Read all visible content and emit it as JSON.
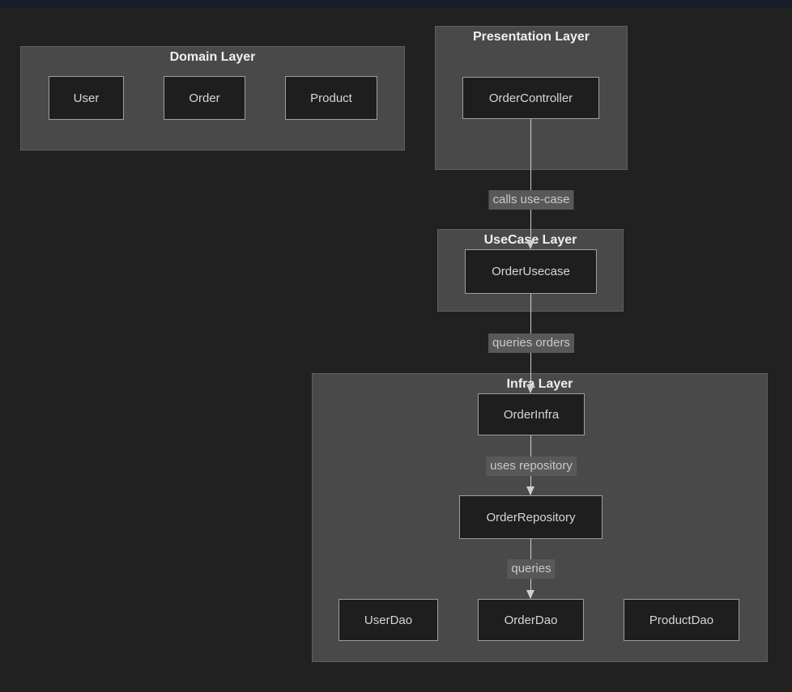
{
  "diagram": {
    "clusters": {
      "domain": {
        "label": "Domain Layer"
      },
      "presentation": {
        "label": "Presentation Layer"
      },
      "usecase": {
        "label": "UseCase Layer"
      },
      "infra": {
        "label": "Infra Layer"
      }
    },
    "nodes": {
      "user": {
        "label": "User"
      },
      "order": {
        "label": "Order"
      },
      "product": {
        "label": "Product"
      },
      "order_controller": {
        "label": "OrderController"
      },
      "order_usecase": {
        "label": "OrderUsecase"
      },
      "order_infra": {
        "label": "OrderInfra"
      },
      "order_repository": {
        "label": "OrderRepository"
      },
      "user_dao": {
        "label": "UserDao"
      },
      "order_dao": {
        "label": "OrderDao"
      },
      "product_dao": {
        "label": "ProductDao"
      }
    },
    "edges": {
      "controller_to_usecase": {
        "label": "calls use-case"
      },
      "usecase_to_infra": {
        "label": "queries orders"
      },
      "infra_to_repository": {
        "label": "uses repository"
      },
      "repository_to_orderdao": {
        "label": "queries"
      }
    },
    "colors": {
      "background": "#212121",
      "topbar": "#171d29",
      "cluster_fill": "#494949",
      "cluster_border": "#5f5f5f",
      "node_fill": "#1e1e1e",
      "node_border": "#9e9e9e",
      "node_text": "#d6d6d6",
      "cluster_title_text": "#efefef",
      "edge_line": "#cfcfcf",
      "edge_label_bg": "#585858",
      "edge_label_text": "#c9c9c9"
    }
  }
}
